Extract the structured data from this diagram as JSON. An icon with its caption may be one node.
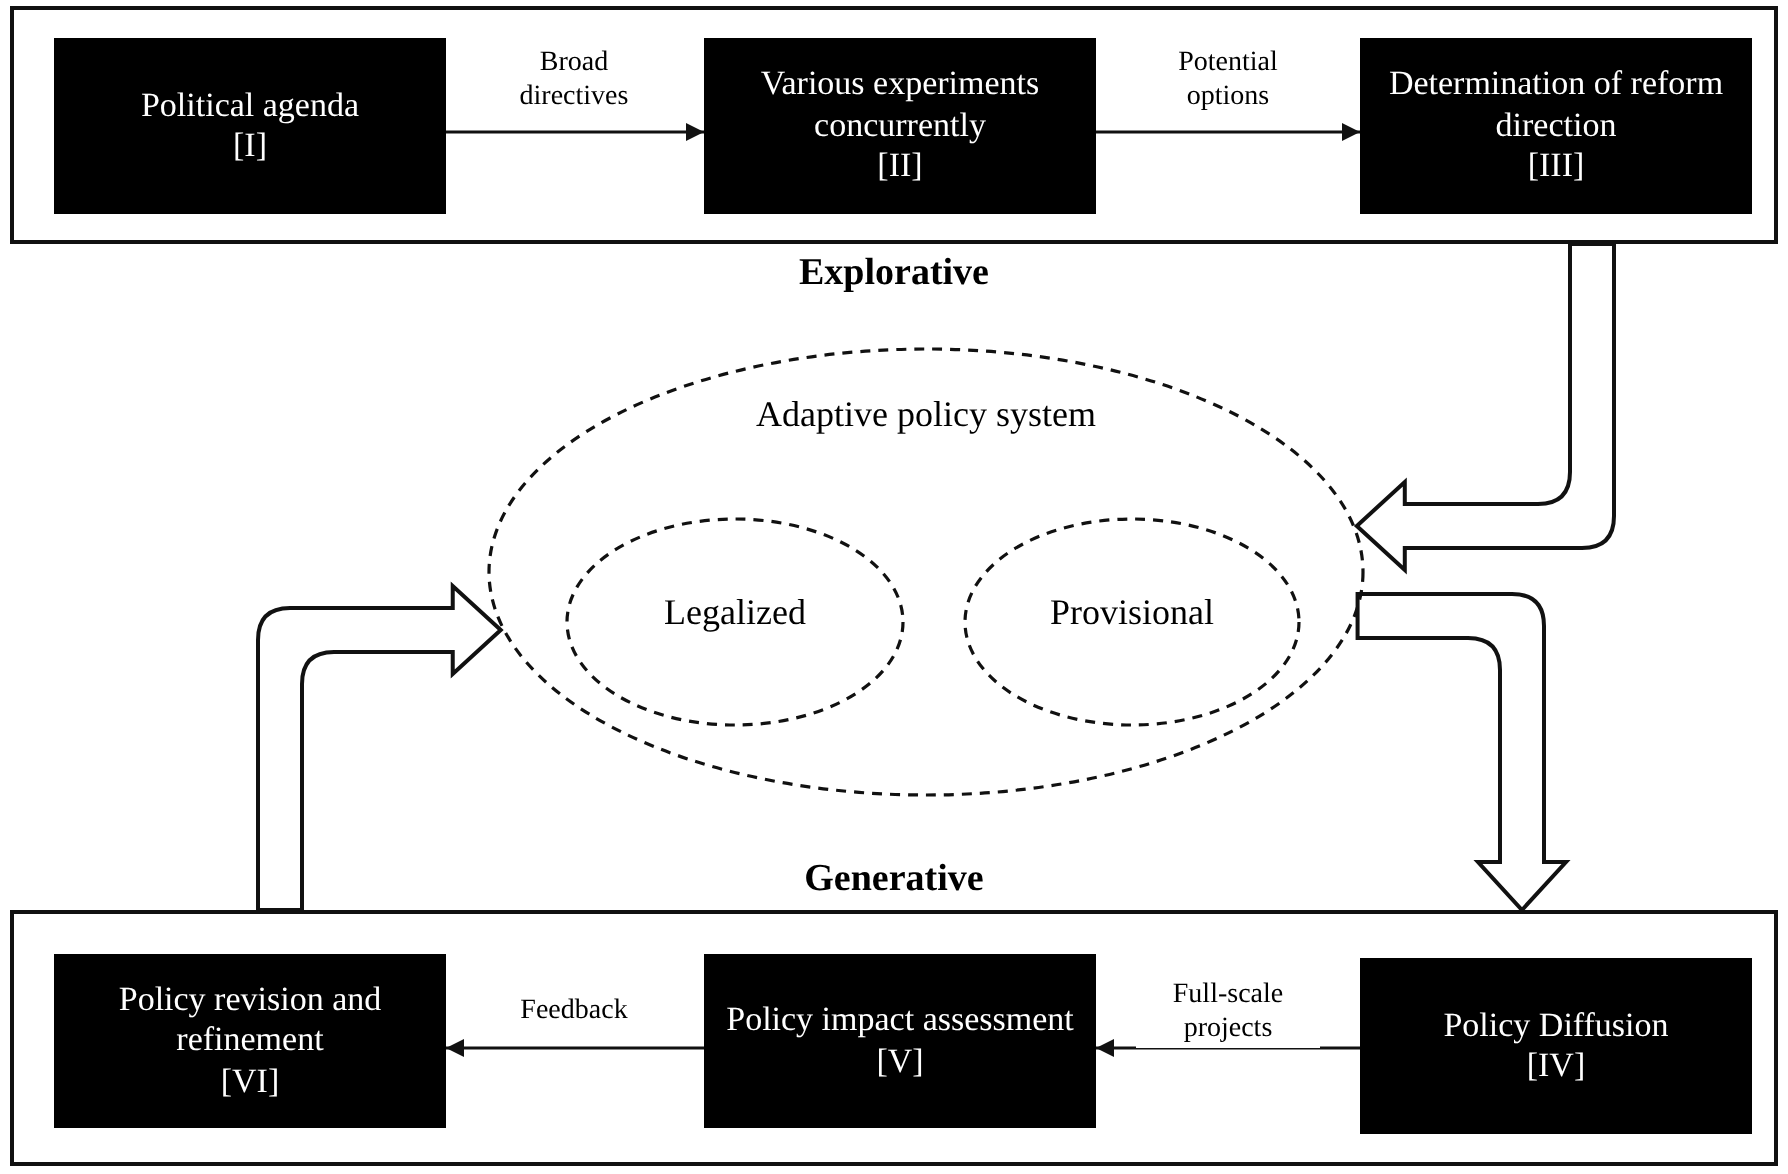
{
  "diagram": {
    "nodes": [
      {
        "text": [
          "Explorative"
        ]
      },
      {
        "text": [
          "Political agenda",
          "[I]"
        ],
        "in": 0
      },
      {
        "text": [
          "Various experiments concurrently",
          "[II]"
        ],
        "in": 0
      },
      {
        "text": [
          "Determination of reform direction",
          "[III]"
        ],
        "in": 0
      },
      {
        "text": [
          "Adaptive policy system"
        ]
      },
      {
        "text": [
          "Legalized"
        ],
        "in": 4
      },
      {
        "text": [
          "Provisional"
        ],
        "in": 4
      },
      {
        "text": [
          "Generative"
        ]
      },
      {
        "text": [
          "Policy revision and refinement",
          "[VI]"
        ],
        "in": 7
      },
      {
        "text": [
          "Policy impact assessment",
          "[V]"
        ],
        "in": 7
      },
      {
        "text": [
          "Policy Diffusion",
          "[IV]"
        ],
        "in": 7
      }
    ],
    "edges": [
      {
        "from": 1,
        "to": 2,
        "arrow": "to",
        "label": "Broad directives"
      },
      {
        "from": 2,
        "to": 3,
        "arrow": "to",
        "label": "Potential options"
      },
      {
        "from": 0,
        "to": 4,
        "arrow": "to",
        "style": "thick"
      },
      {
        "from": 4,
        "to": 7,
        "arrow": "to",
        "style": "thick"
      },
      {
        "from": 10,
        "to": 9,
        "arrow": "to",
        "label": "Full-scale projects"
      },
      {
        "from": 9,
        "to": 8,
        "arrow": "to",
        "label": "Feedback"
      },
      {
        "from": 7,
        "to": 4,
        "arrow": "to",
        "style": "thick"
      }
    ]
  }
}
